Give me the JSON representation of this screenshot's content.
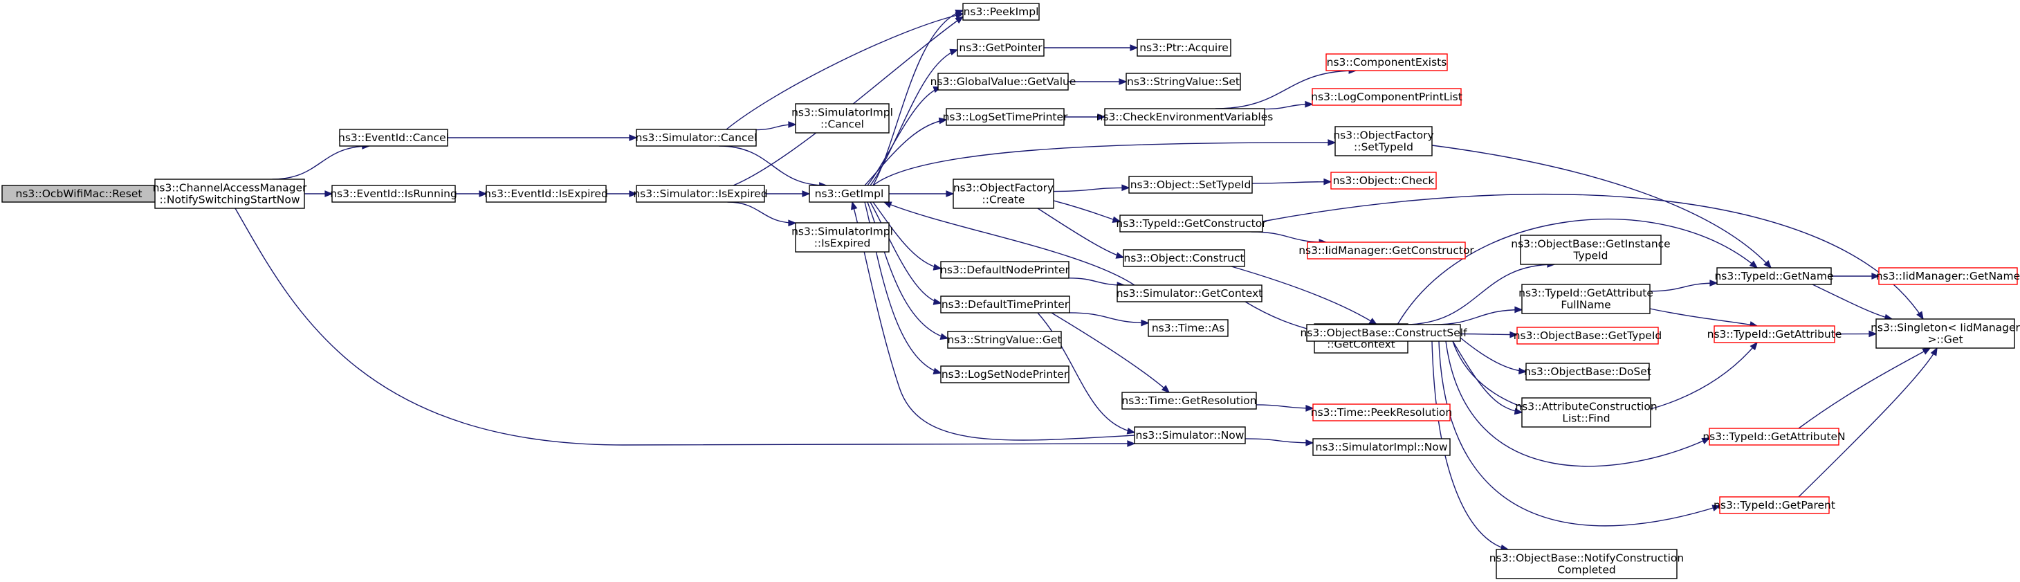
{
  "colors": {
    "edge": "#191970",
    "node_fill": "#ffffff",
    "root_fill": "#bfbfbf",
    "node_border": "#000000",
    "link_border_red": "#ff0000"
  },
  "nodes": [
    {
      "id": "reset",
      "lines": [
        "ns3::OcbWifiMac::Reset"
      ],
      "style": "root"
    },
    {
      "id": "notify",
      "lines": [
        "ns3::ChannelAccessManager",
        "::NotifySwitchingStartNow"
      ],
      "style": "normal"
    },
    {
      "id": "evCancel",
      "lines": [
        "ns3::EventId::Cancel"
      ],
      "style": "normal"
    },
    {
      "id": "evRunning",
      "lines": [
        "ns3::EventId::IsRunning"
      ],
      "style": "normal"
    },
    {
      "id": "evExpired",
      "lines": [
        "ns3::EventId::IsExpired"
      ],
      "style": "normal"
    },
    {
      "id": "simCancel",
      "lines": [
        "ns3::Simulator::Cancel"
      ],
      "style": "normal"
    },
    {
      "id": "simIsExpired",
      "lines": [
        "ns3::Simulator::IsExpired"
      ],
      "style": "normal"
    },
    {
      "id": "simImplCancel",
      "lines": [
        "ns3::SimulatorImpl",
        "::Cancel"
      ],
      "style": "normal"
    },
    {
      "id": "simImplIsExpired",
      "lines": [
        "ns3::SimulatorImpl",
        "::IsExpired"
      ],
      "style": "normal"
    },
    {
      "id": "getImpl",
      "lines": [
        "ns3::GetImpl"
      ],
      "style": "normal"
    },
    {
      "id": "peekImpl",
      "lines": [
        "ns3::PeekImpl"
      ],
      "style": "normal"
    },
    {
      "id": "getPointer",
      "lines": [
        "ns3::GetPointer"
      ],
      "style": "normal"
    },
    {
      "id": "ptrAcquire",
      "lines": [
        "ns3::Ptr::Acquire"
      ],
      "style": "normal"
    },
    {
      "id": "gvGetValue",
      "lines": [
        "ns3::GlobalValue::GetValue"
      ],
      "style": "normal"
    },
    {
      "id": "svSet",
      "lines": [
        "ns3::StringValue::Set"
      ],
      "style": "normal"
    },
    {
      "id": "logSetTimePrinter",
      "lines": [
        "ns3::LogSetTimePrinter"
      ],
      "style": "normal"
    },
    {
      "id": "checkEnv",
      "lines": [
        "ns3::CheckEnvironmentVariables"
      ],
      "style": "normal"
    },
    {
      "id": "componentExists",
      "lines": [
        "ns3::ComponentExists"
      ],
      "style": "red"
    },
    {
      "id": "logComponentPrintList",
      "lines": [
        "ns3::LogComponentPrintList"
      ],
      "style": "red"
    },
    {
      "id": "ofSetTypeId",
      "lines": [
        "ns3::ObjectFactory",
        "::SetTypeId"
      ],
      "style": "normal"
    },
    {
      "id": "ofCreate",
      "lines": [
        "ns3::ObjectFactory",
        "::Create"
      ],
      "style": "normal"
    },
    {
      "id": "objSetTypeId",
      "lines": [
        "ns3::Object::SetTypeId"
      ],
      "style": "normal"
    },
    {
      "id": "objCheck",
      "lines": [
        "ns3::Object::Check"
      ],
      "style": "red"
    },
    {
      "id": "tidGetConstructor",
      "lines": [
        "ns3::TypeId::GetConstructor"
      ],
      "style": "normal"
    },
    {
      "id": "iidGetConstructor",
      "lines": [
        "ns3::IidManager::GetConstructor"
      ],
      "style": "red"
    },
    {
      "id": "objConstruct",
      "lines": [
        "ns3::Object::Construct"
      ],
      "style": "normal"
    },
    {
      "id": "defaultNodePrinter",
      "lines": [
        "ns3::DefaultNodePrinter"
      ],
      "style": "normal"
    },
    {
      "id": "simGetContext",
      "lines": [
        "ns3::Simulator::GetContext"
      ],
      "style": "normal"
    },
    {
      "id": "defaultTimePrinter",
      "lines": [
        "ns3::DefaultTimePrinter"
      ],
      "style": "normal"
    },
    {
      "id": "timeAs",
      "lines": [
        "ns3::Time::As"
      ],
      "style": "normal"
    },
    {
      "id": "svGet",
      "lines": [
        "ns3::StringValue::Get"
      ],
      "style": "normal"
    },
    {
      "id": "logSetNodePrinter",
      "lines": [
        "ns3::LogSetNodePrinter"
      ],
      "style": "normal"
    },
    {
      "id": "timeGetResolution",
      "lines": [
        "ns3::Time::GetResolution"
      ],
      "style": "normal"
    },
    {
      "id": "timePeekResolution",
      "lines": [
        "ns3::Time::PeekResolution"
      ],
      "style": "red"
    },
    {
      "id": "simNow",
      "lines": [
        "ns3::Simulator::Now"
      ],
      "style": "normal"
    },
    {
      "id": "simImplNow",
      "lines": [
        "ns3::SimulatorImpl::Now"
      ],
      "style": "normal"
    },
    {
      "id": "simImplGetContext",
      "lines": [
        "ns3::SimulatorImpl",
        "::GetContext"
      ],
      "style": "normal"
    },
    {
      "id": "obConstructSelf",
      "lines": [
        "ns3::ObjectBase::ConstructSelf"
      ],
      "style": "normal"
    },
    {
      "id": "obGetInstanceTypeId",
      "lines": [
        "ns3::ObjectBase::GetInstance",
        "TypeId"
      ],
      "style": "normal"
    },
    {
      "id": "tidGetAttributeFullName",
      "lines": [
        "ns3::TypeId::GetAttribute",
        "FullName"
      ],
      "style": "normal"
    },
    {
      "id": "obGetTypeId",
      "lines": [
        "ns3::ObjectBase::GetTypeId"
      ],
      "style": "red"
    },
    {
      "id": "obDoSet",
      "lines": [
        "ns3::ObjectBase::DoSet"
      ],
      "style": "normal"
    },
    {
      "id": "acListFind",
      "lines": [
        "ns3::AttributeConstruction",
        "List::Find"
      ],
      "style": "normal"
    },
    {
      "id": "obNotifyConstructionCompleted",
      "lines": [
        "ns3::ObjectBase::NotifyConstruction",
        "Completed"
      ],
      "style": "normal"
    },
    {
      "id": "tidGetName",
      "lines": [
        "ns3::TypeId::GetName"
      ],
      "style": "normal"
    },
    {
      "id": "iidGetName",
      "lines": [
        "ns3::IidManager::GetName"
      ],
      "style": "red"
    },
    {
      "id": "tidGetAttribute",
      "lines": [
        "ns3::TypeId::GetAttribute"
      ],
      "style": "red"
    },
    {
      "id": "tidGetAttributeN",
      "lines": [
        "ns3::TypeId::GetAttributeN"
      ],
      "style": "red"
    },
    {
      "id": "tidGetParent",
      "lines": [
        "ns3::TypeId::GetParent"
      ],
      "style": "red"
    },
    {
      "id": "singletonGet",
      "lines": [
        "ns3::Singleton< IidManager",
        " >::Get"
      ],
      "style": "normal"
    }
  ],
  "edges": [
    [
      "reset",
      "notify"
    ],
    [
      "notify",
      "evCancel"
    ],
    [
      "notify",
      "evRunning"
    ],
    [
      "notify",
      "simNow"
    ],
    [
      "evCancel",
      "simCancel"
    ],
    [
      "evRunning",
      "evExpired"
    ],
    [
      "evExpired",
      "simIsExpired"
    ],
    [
      "simCancel",
      "getImpl"
    ],
    [
      "simCancel",
      "peekImpl"
    ],
    [
      "simCancel",
      "simImplCancel"
    ],
    [
      "simIsExpired",
      "getImpl"
    ],
    [
      "simIsExpired",
      "peekImpl"
    ],
    [
      "simIsExpired",
      "simImplIsExpired"
    ],
    [
      "getImpl",
      "peekImpl"
    ],
    [
      "getImpl",
      "getPointer"
    ],
    [
      "getImpl",
      "gvGetValue"
    ],
    [
      "getImpl",
      "logSetTimePrinter"
    ],
    [
      "getImpl",
      "ofSetTypeId"
    ],
    [
      "getImpl",
      "ofCreate"
    ],
    [
      "getImpl",
      "defaultNodePrinter"
    ],
    [
      "getImpl",
      "defaultTimePrinter"
    ],
    [
      "getImpl",
      "svGet"
    ],
    [
      "getImpl",
      "logSetNodePrinter"
    ],
    [
      "getPointer",
      "ptrAcquire"
    ],
    [
      "gvGetValue",
      "svSet"
    ],
    [
      "logSetTimePrinter",
      "checkEnv"
    ],
    [
      "checkEnv",
      "componentExists"
    ],
    [
      "checkEnv",
      "logComponentPrintList"
    ],
    [
      "ofSetTypeId",
      "tidGetName"
    ],
    [
      "ofCreate",
      "objSetTypeId"
    ],
    [
      "ofCreate",
      "tidGetConstructor"
    ],
    [
      "ofCreate",
      "objConstruct"
    ],
    [
      "objSetTypeId",
      "objCheck"
    ],
    [
      "tidGetConstructor",
      "iidGetConstructor"
    ],
    [
      "tidGetConstructor",
      "singletonGet"
    ],
    [
      "objConstruct",
      "obConstructSelf"
    ],
    [
      "defaultNodePrinter",
      "simGetContext"
    ],
    [
      "simGetContext",
      "getImpl"
    ],
    [
      "simGetContext",
      "simImplGetContext"
    ],
    [
      "defaultTimePrinter",
      "timeAs"
    ],
    [
      "defaultTimePrinter",
      "timeGetResolution"
    ],
    [
      "defaultTimePrinter",
      "simNow"
    ],
    [
      "timeGetResolution",
      "timePeekResolution"
    ],
    [
      "simNow",
      "getImpl"
    ],
    [
      "simNow",
      "simImplNow"
    ],
    [
      "obConstructSelf",
      "tidGetName"
    ],
    [
      "obConstructSelf",
      "obGetInstanceTypeId"
    ],
    [
      "obConstructSelf",
      "tidGetAttributeFullName"
    ],
    [
      "obConstructSelf",
      "obGetTypeId"
    ],
    [
      "obConstructSelf",
      "obDoSet"
    ],
    [
      "obConstructSelf",
      "acListFind"
    ],
    [
      "obConstructSelf",
      "tidGetAttribute"
    ],
    [
      "obConstructSelf",
      "tidGetAttributeN"
    ],
    [
      "obConstructSelf",
      "tidGetParent"
    ],
    [
      "obConstructSelf",
      "obNotifyConstructionCompleted"
    ],
    [
      "tidGetAttributeFullName",
      "tidGetName"
    ],
    [
      "tidGetAttributeFullName",
      "tidGetAttribute"
    ],
    [
      "tidGetName",
      "iidGetName"
    ],
    [
      "tidGetName",
      "singletonGet"
    ],
    [
      "tidGetAttribute",
      "singletonGet"
    ],
    [
      "tidGetAttributeN",
      "singletonGet"
    ],
    [
      "tidGetParent",
      "singletonGet"
    ]
  ]
}
